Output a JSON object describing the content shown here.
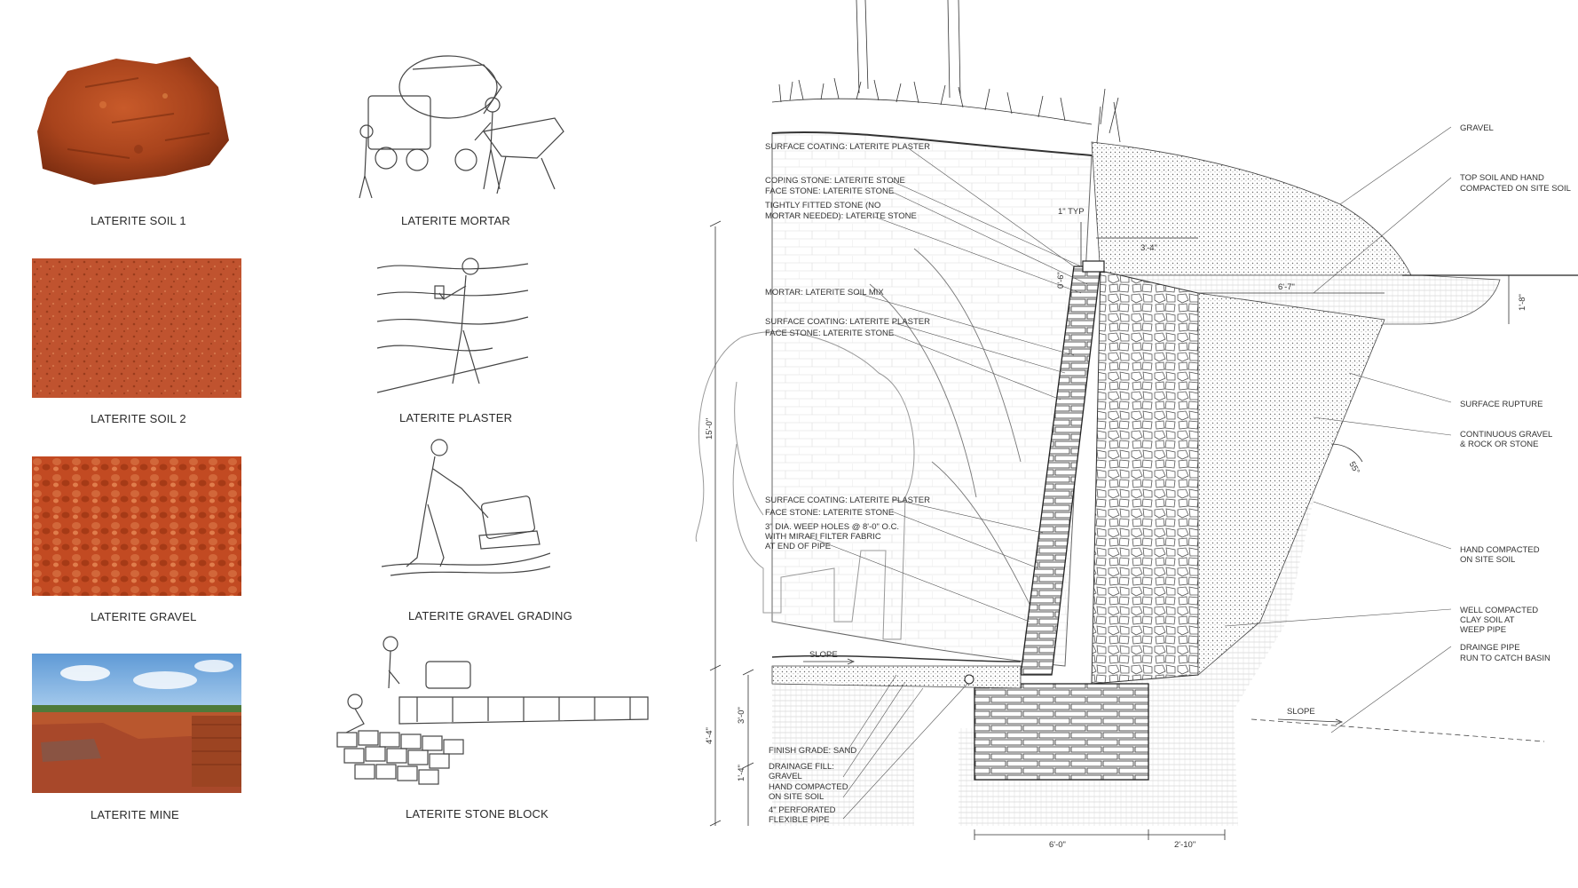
{
  "materials": [
    {
      "name": "LATERITE SOIL 1"
    },
    {
      "name": "LATERITE SOIL 2"
    },
    {
      "name": "LATERITE GRAVEL"
    },
    {
      "name": "LATERITE MINE"
    }
  ],
  "processes": [
    {
      "name": "LATERITE MORTAR"
    },
    {
      "name": "LATERITE PLASTER"
    },
    {
      "name": "LATERITE GRAVEL GRADING"
    },
    {
      "name": "LATERITE STONE BLOCK"
    }
  ],
  "section": {
    "left_labels": [
      "SURFACE COATING: LATERITE PLASTER",
      "COPING STONE: LATERITE STONE",
      "FACE STONE: LATERITE STONE",
      "TIGHTLY FITTED STONE (NO",
      "MORTAR NEEDED): LATERITE STONE",
      "MORTAR: LATERITE SOIL MIX",
      "SURFACE COATING: LATERITE PLASTER",
      "FACE STONE: LATERITE STONE",
      "SURFACE COATING: LATERITE PLASTER",
      "FACE STONE: LATERITE STONE",
      "3\" DIA. WEEP HOLES @ 8'-0\" O.C.",
      "WITH MIRAFI FILTER FABRIC",
      "AT END OF PIPE"
    ],
    "bottom_labels": [
      "FINISH GRADE: SAND",
      "DRAINAGE FILL:",
      "GRAVEL",
      "HAND COMPACTED",
      "ON SITE SOIL",
      "4\" PERFORATED",
      "FLEXIBLE PIPE"
    ],
    "right_labels": [
      "GRAVEL",
      "TOP SOIL AND HAND",
      "COMPACTED ON SITE SOIL",
      "SURFACE RUPTURE",
      "CONTINUOUS GRAVEL",
      "& ROCK OR STONE",
      "HAND COMPACTED",
      "ON SITE SOIL",
      "WELL COMPACTED",
      "CLAY SOIL AT",
      "WEEP PIPE",
      "DRAINGE PIPE",
      "RUN TO CATCH BASIN"
    ],
    "slope_labels": [
      "SLOPE",
      "SLOPE"
    ],
    "dimensions": {
      "typ": "1\" TYP",
      "top_width": "3'-4\"",
      "cap_height": "0'-6\"",
      "backfill_width": "6'-7\"",
      "right_height": "1'-8\"",
      "wall_height": "15'-0\"",
      "footing_height": "3'-0\"",
      "total_below": "4'-4\"",
      "base_depth": "1'-4\"",
      "footing_width": "6'-0\"",
      "heel_width": "2'-10\"",
      "angle": "55°"
    }
  },
  "colors": {
    "soil1": "#b8491f",
    "soil2": "#c0532f",
    "gravel": "#c44a22",
    "sky": "#7fb3e3",
    "line": "#333333"
  }
}
